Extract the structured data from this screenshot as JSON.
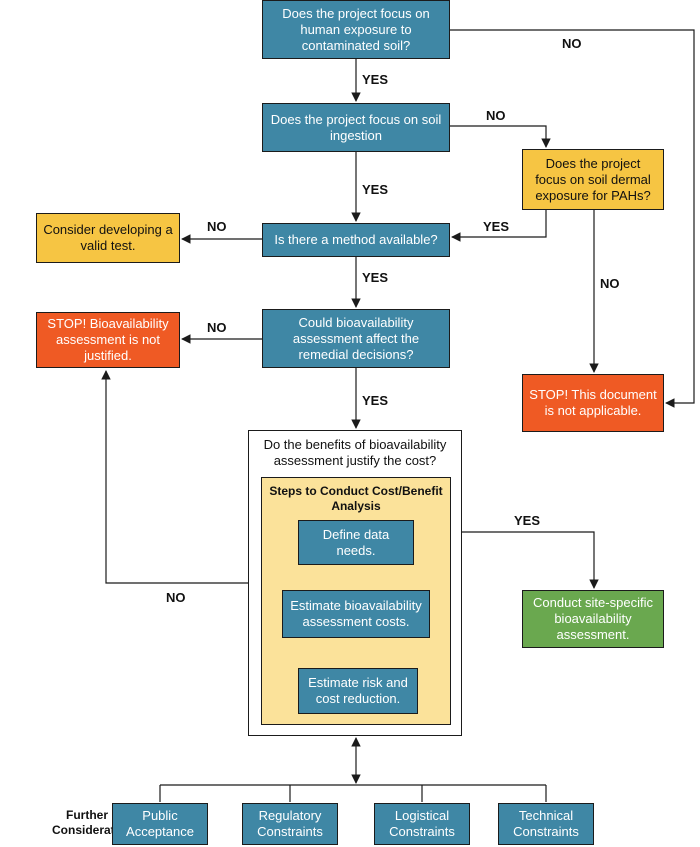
{
  "nodes": {
    "q_human_exposure": "Does the project focus on human exposure to contaminated soil?",
    "q_soil_ingestion": "Does the project focus on soil ingestion",
    "q_dermal_pahs": "Does the project focus on soil dermal exposure for PAHs?",
    "q_method_available": "Is there a method available?",
    "consider_valid_test": "Consider developing a valid test.",
    "q_affect_remedial": "Could bioavailability assessment affect the remedial decisions?",
    "stop_not_justified": "STOP! Bioavailability assessment is not justified.",
    "stop_not_applicable": "STOP! This document is not applicable.",
    "q_benefits_cost": "Do the benefits of bioavailability assessment justify the cost?",
    "cba_title": "Steps to Conduct Cost/Benefit Analysis",
    "step_define_data": "Define data needs.",
    "step_estimate_costs": "Estimate bioavailability assessment costs.",
    "step_estimate_risk": "Estimate risk and cost reduction.",
    "conduct_site_specific": "Conduct site-specific bioavailability assessment."
  },
  "edge_labels": {
    "yes": "YES",
    "no": "NO"
  },
  "further_considerations": {
    "title": "Further Considerations",
    "items": [
      "Public Acceptance",
      "Regulatory Constraints",
      "Logistical Constraints",
      "Technical Constraints"
    ]
  },
  "colors": {
    "decision": "#3f87a5",
    "alternate": "#f6c543",
    "stop": "#ef5a24",
    "action": "#6aa84f",
    "cba_panel": "#fbe29a"
  }
}
